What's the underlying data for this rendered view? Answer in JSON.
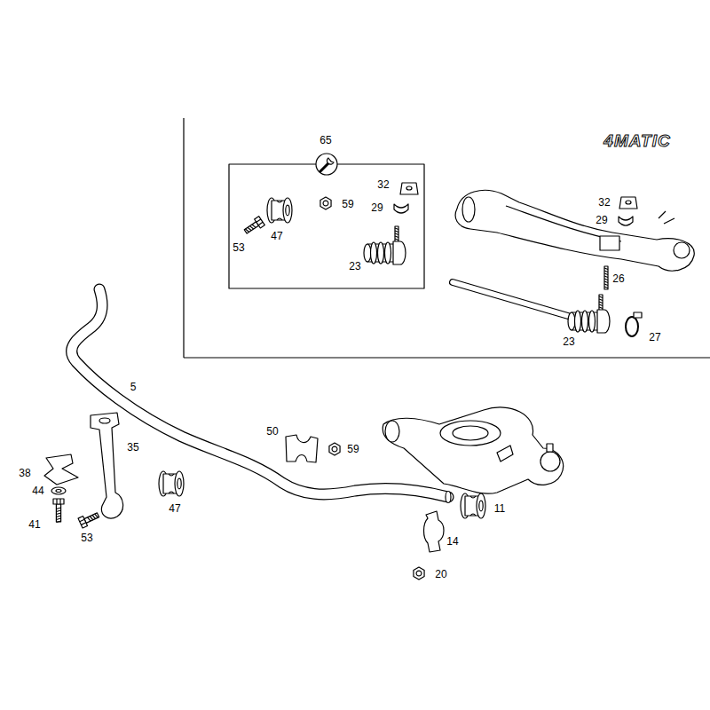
{
  "diagram": {
    "labels": [
      "65",
      "4MATIC",
      "32",
      "32",
      "59",
      "29",
      "29",
      "47",
      "53",
      "23",
      "26",
      "27",
      "23",
      "5",
      "50",
      "35",
      "59",
      "38",
      "44",
      "11",
      "47",
      "41",
      "53",
      "14",
      "20"
    ]
  }
}
